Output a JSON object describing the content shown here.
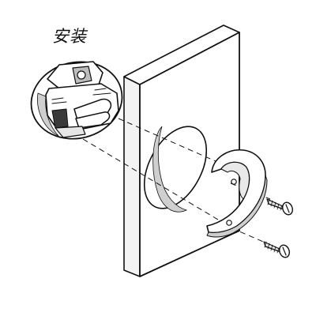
{
  "diagram": {
    "title": "安装",
    "colors": {
      "line": "#111111",
      "panel_face": "#ffffff",
      "panel_edge": "#f2f2f2",
      "shadow": "#d9d9d9",
      "bracket_fill": "#ffffff",
      "screw_fill": "#e6e6e6"
    },
    "parts": {
      "panel": "door-panel",
      "hole": "mounting-hole",
      "device": "lock-device",
      "bracket": "mounting-bracket",
      "screws": [
        "screw-upper",
        "screw-lower"
      ]
    }
  }
}
